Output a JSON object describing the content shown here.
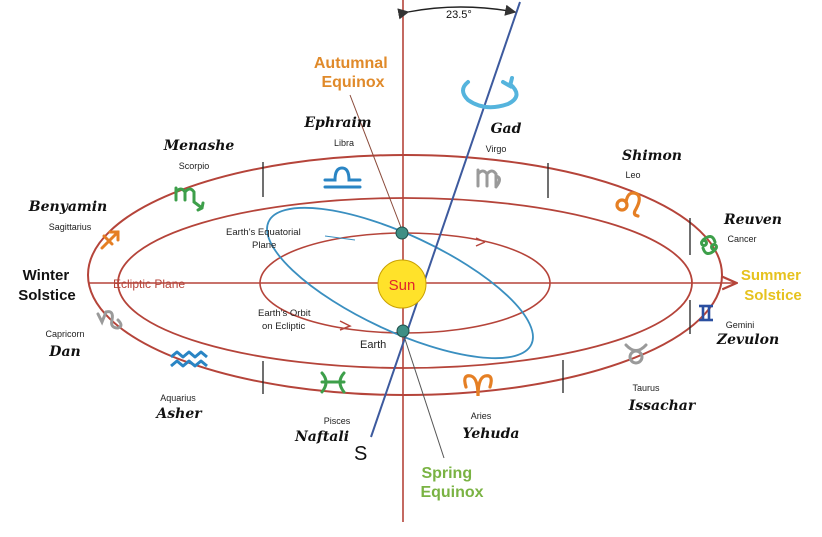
{
  "angle_label": "23.5°",
  "axis_end_label": "S",
  "sun_label": "Sun",
  "earth_label": "Earth",
  "ecliptic_plane_label": "Ecliptic Plane",
  "equatorial_plane_label": [
    "Earth's Equatorial",
    "Plane"
  ],
  "orbit_label": [
    "Earth's Orbit",
    "on Ecliptic"
  ],
  "seasons": {
    "autumnal": [
      "Autumnal",
      "Equinox"
    ],
    "spring": [
      "Spring",
      "Equinox"
    ],
    "winter": [
      "Winter",
      "Solstice"
    ],
    "summer": [
      "Summer",
      "Solstice"
    ]
  },
  "signs": [
    {
      "tribe": "Ephraim",
      "sign": "Libra"
    },
    {
      "tribe": "Gad",
      "sign": "Virgo"
    },
    {
      "tribe": "Shimon",
      "sign": "Leo"
    },
    {
      "tribe": "Reuven",
      "sign": "Cancer"
    },
    {
      "tribe": "Zevulon",
      "sign": "Gemini"
    },
    {
      "tribe": "Issachar",
      "sign": "Taurus"
    },
    {
      "tribe": "Yehuda",
      "sign": "Aries"
    },
    {
      "tribe": "Naftali",
      "sign": "Pisces"
    },
    {
      "tribe": "Asher",
      "sign": "Aquarius"
    },
    {
      "tribe": "Dan",
      "sign": "Capricorn"
    },
    {
      "tribe": "Benyamin",
      "sign": "Sagittarius"
    },
    {
      "tribe": "Menashe",
      "sign": "Scorpio"
    }
  ],
  "colors": {
    "ring": "#b5443a",
    "equator": "#3a8fc0",
    "axis": "#3d5a9e",
    "sun_fill": "#ffe22a",
    "sun_text": "#e0242c",
    "autumnal": "#e08a2a",
    "spring": "#7ab343",
    "summer": "#e6c21e",
    "sign_orange": "#e57f24",
    "sign_blue": "#2a85c4",
    "sign_green": "#3d9f4a",
    "sign_grey": "#9a9a9a"
  }
}
